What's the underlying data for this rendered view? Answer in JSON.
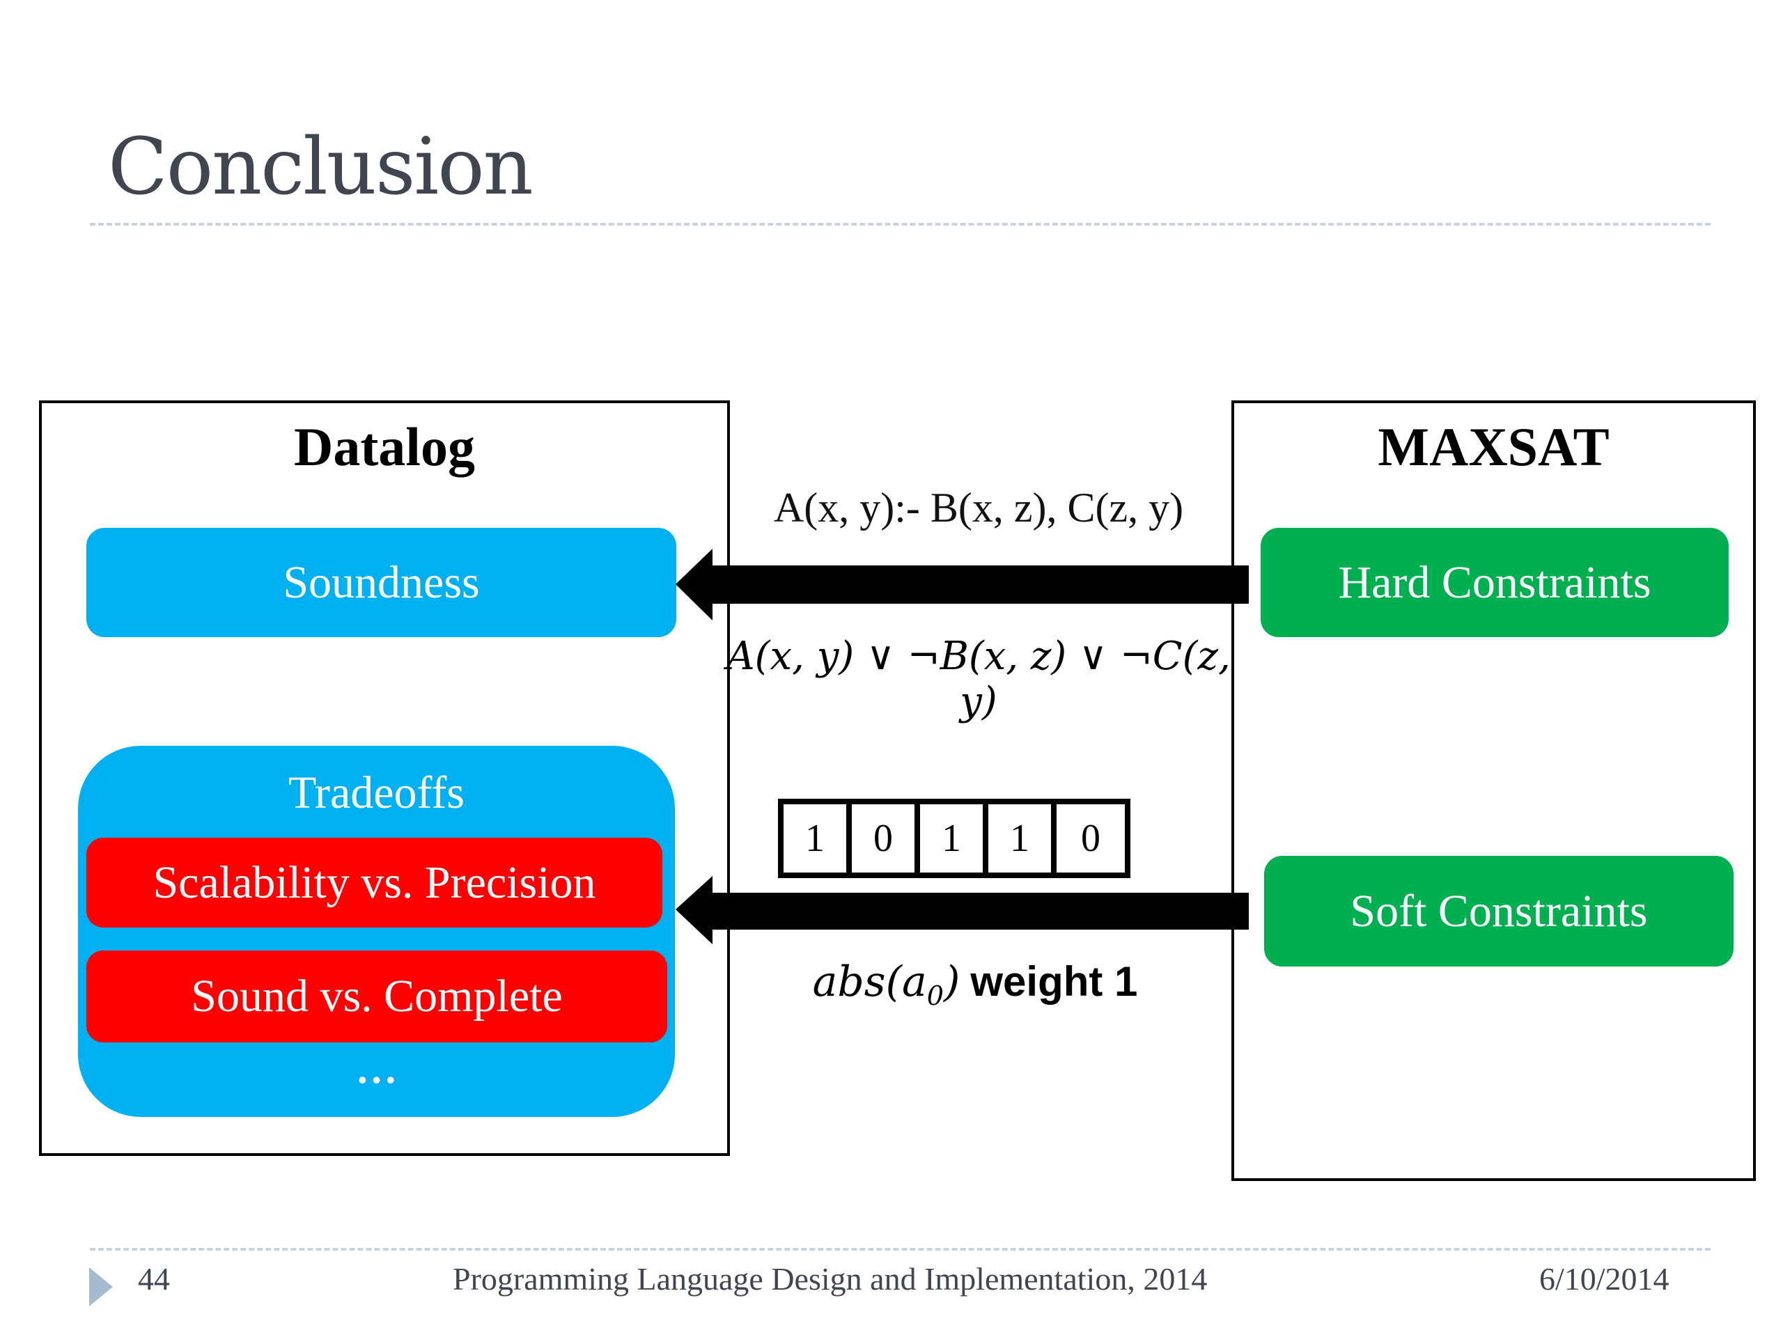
{
  "slide": {
    "title": "Conclusion",
    "footer": {
      "page_number": "44",
      "center": "Programming Language Design and Implementation, 2014",
      "date": "6/10/2014"
    }
  },
  "left_panel": {
    "title": "Datalog",
    "soundness": "Soundness",
    "tradeoffs": {
      "title": "Tradeoffs",
      "items": [
        "Scalability vs. Precision",
        "Sound vs. Complete"
      ],
      "ellipsis": "…"
    }
  },
  "right_panel": {
    "title": "MAXSAT",
    "hard": "Hard Constraints",
    "soft": "Soft Constraints"
  },
  "arrows": {
    "top": {
      "label_above": "A(x, y):- B(x, z), C(z, y)",
      "label_below": "A(x, y) ∨ ¬B(x, z) ∨ ¬C(z, y)"
    },
    "bottom": {
      "bits": [
        "1",
        "0",
        "1",
        "1",
        "0"
      ],
      "label_math": "abs(a",
      "label_sub": "0",
      "label_close": ")",
      "label_bold": "weight 1"
    }
  },
  "colors": {
    "blue": "#00B0F0",
    "green": "#00B050",
    "red": "#FF0000"
  }
}
